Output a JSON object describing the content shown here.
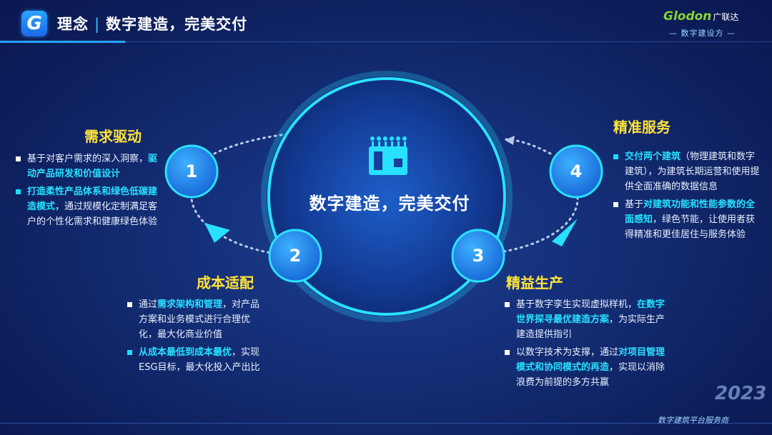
{
  "header": {
    "logo_letter": "G",
    "title_prefix": "理念",
    "title_sep": "|",
    "title_main": "数字建造，完美交付",
    "brand": "Glodon",
    "brand_cn": "广联达",
    "brand_sub": "— 数字建设方 —"
  },
  "center": {
    "text": "数字建造，完美交付",
    "icon": "building-site-icon"
  },
  "steps": [
    {
      "num": "1",
      "title": "需求驱动"
    },
    {
      "num": "2",
      "title": "成本适配"
    },
    {
      "num": "3",
      "title": "精益生产"
    },
    {
      "num": "4",
      "title": "精准服务"
    }
  ],
  "sec1": {
    "i1_a": "基于对客户需求的深入洞察，",
    "i1_b": "驱动产品研发和价值设计",
    "i2_a": "打造柔性产品体系和绿色低碳建造模式",
    "i2_b": "，通过规模化定制满足客户的个性化需求和健康绿色体验"
  },
  "sec2": {
    "i1_a": "通过",
    "i1_b": "需求架构和管理",
    "i1_c": "，对产品方案和业务模式进行合理优化，最大化商业价值",
    "i2_a": "从成本最低到成本最优",
    "i2_b": "，实现ESG目标，最大化投入产出比"
  },
  "sec3": {
    "i1_a": "基于数字孪生实现虚拟样机，",
    "i1_b": "在数字世界探寻最优建造方案",
    "i1_c": "，为实际生产建造提供指引",
    "i2_a": "以数字技术为支撑，通过",
    "i2_b": "对项目管理模式和协同模式的再造",
    "i2_c": "，实现以消除浪费为前提的多方共赢"
  },
  "sec4": {
    "i1_a": "交付两个建筑",
    "i1_b": "（物理建筑和数字建筑），为建筑长期运营和使用提供全面准确的数据信息",
    "i2_a": "基于",
    "i2_b": "对建筑功能和性能参数的全面感知",
    "i2_c": "，绿色节能，让使用者获得精准和更佳居住与服务体验"
  },
  "footer": {
    "text": "数字建筑平台服务商",
    "year": "2023"
  },
  "colors": {
    "accent": "#28e1ff",
    "heading": "#ffe23a",
    "bg": "#15307a"
  }
}
